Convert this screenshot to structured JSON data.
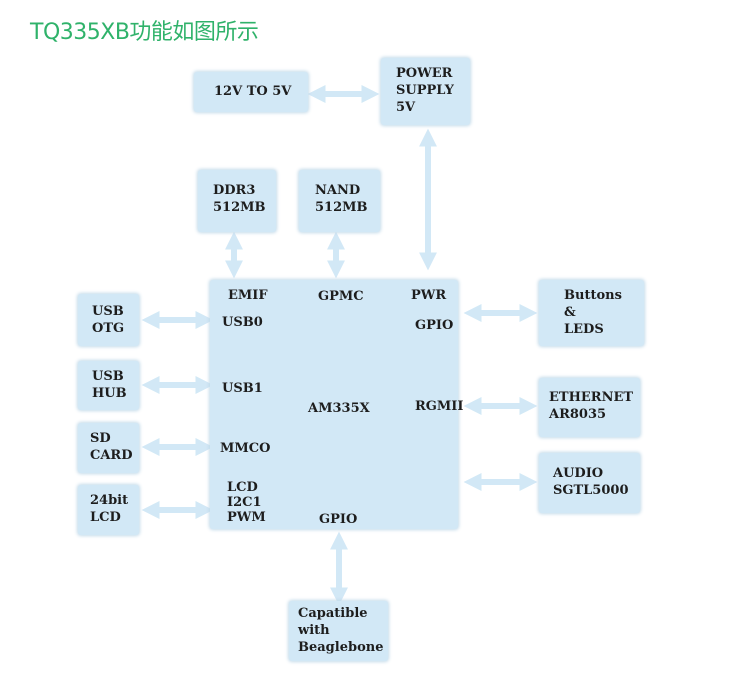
{
  "title": "TQ335XB功能如图所示",
  "colors": {
    "title": "#2fb26a",
    "box_fill": "#d2e8f6",
    "arrow": "#d2e8f6"
  },
  "boxes": {
    "converter": "12V TO 5V",
    "power_supply": "POWER\nSUPPLY\n5V",
    "ddr3": "DDR3\n512MB",
    "nand": "NAND\n512MB",
    "usb_otg": "USB\nOTG",
    "usb_hub": "USB\nHUB",
    "sd_card": "SD\nCARD",
    "lcd_24bit": "24bit\nLCD",
    "buttons_leds": "Buttons\n&\nLEDS",
    "ethernet": "ETHERNET\nAR8035",
    "audio": "AUDIO\nSGTL5000",
    "beaglebone": "Capatible\nwith\nBeaglebone"
  },
  "soc": {
    "emif": "EMIF",
    "gpmc": "GPMC",
    "pwr": "PWR",
    "usb0": "USB0",
    "gpio_right": "GPIO",
    "usb1": "USB1",
    "am335x": "AM335X",
    "rgmii": "RGMII",
    "mmc0": "MMCO",
    "lcd_i2c_pwm": "LCD\nI2C1\nPWM",
    "gpio_bottom": "GPIO"
  }
}
